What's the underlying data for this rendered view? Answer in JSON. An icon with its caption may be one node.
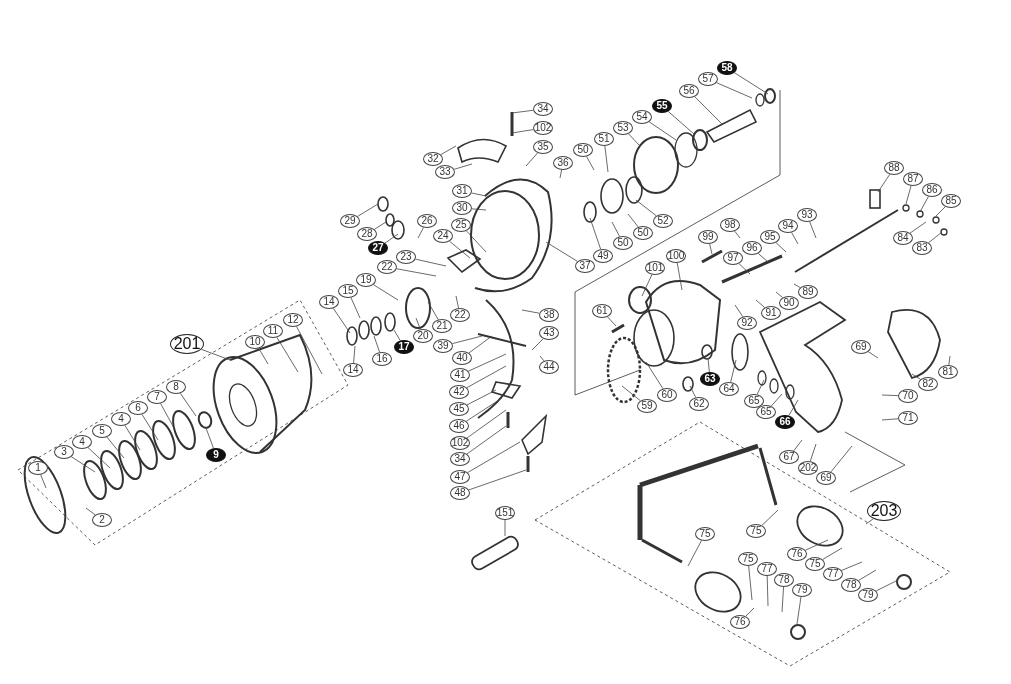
{
  "diagram": {
    "nodes": [
      {
        "text": [
          "1"
        ]
      },
      {
        "text": [
          "2"
        ]
      },
      {
        "text": [
          "3"
        ]
      },
      {
        "text": [
          "4"
        ]
      },
      {
        "text": [
          "5"
        ]
      },
      {
        "text": [
          "4"
        ]
      },
      {
        "text": [
          "6"
        ]
      },
      {
        "text": [
          "7"
        ]
      },
      {
        "text": [
          "8"
        ]
      },
      {
        "text": [
          "9"
        ]
      },
      {
        "text": [
          "10"
        ]
      },
      {
        "text": [
          "11"
        ]
      },
      {
        "text": [
          "12"
        ]
      },
      {
        "text": [
          "201"
        ]
      },
      {
        "text": [
          "14"
        ]
      },
      {
        "text": [
          "15"
        ]
      },
      {
        "text": [
          "14"
        ]
      },
      {
        "text": [
          "16"
        ]
      },
      {
        "text": [
          "17"
        ]
      },
      {
        "text": [
          "19"
        ]
      },
      {
        "text": [
          "20"
        ]
      },
      {
        "text": [
          "21"
        ]
      },
      {
        "text": [
          "22"
        ]
      },
      {
        "text": [
          "22"
        ]
      },
      {
        "text": [
          "23"
        ]
      },
      {
        "text": [
          "24"
        ]
      },
      {
        "text": [
          "25"
        ]
      },
      {
        "text": [
          "26"
        ]
      },
      {
        "text": [
          "27"
        ]
      },
      {
        "text": [
          "28"
        ]
      },
      {
        "text": [
          "29"
        ]
      },
      {
        "text": [
          "30"
        ]
      },
      {
        "text": [
          "31"
        ]
      },
      {
        "text": [
          "32"
        ]
      },
      {
        "text": [
          "33"
        ]
      },
      {
        "text": [
          "34"
        ]
      },
      {
        "text": [
          "102"
        ]
      },
      {
        "text": [
          "35"
        ]
      },
      {
        "text": [
          "36"
        ]
      },
      {
        "text": [
          "37"
        ]
      },
      {
        "text": [
          "38"
        ]
      },
      {
        "text": [
          "43"
        ]
      },
      {
        "text": [
          "44"
        ]
      },
      {
        "text": [
          "39"
        ]
      },
      {
        "text": [
          "40"
        ]
      },
      {
        "text": [
          "41"
        ]
      },
      {
        "text": [
          "42"
        ]
      },
      {
        "text": [
          "45"
        ]
      },
      {
        "text": [
          "46"
        ]
      },
      {
        "text": [
          "102"
        ]
      },
      {
        "text": [
          "34"
        ]
      },
      {
        "text": [
          "47"
        ]
      },
      {
        "text": [
          "48"
        ]
      },
      {
        "text": [
          "49"
        ]
      },
      {
        "text": [
          "50"
        ]
      },
      {
        "text": [
          "50"
        ]
      },
      {
        "text": [
          "50"
        ]
      },
      {
        "text": [
          "51"
        ]
      },
      {
        "text": [
          "52"
        ]
      },
      {
        "text": [
          "53"
        ]
      },
      {
        "text": [
          "54"
        ]
      },
      {
        "text": [
          "55"
        ]
      },
      {
        "text": [
          "56"
        ]
      },
      {
        "text": [
          "57"
        ]
      },
      {
        "text": [
          "58"
        ]
      },
      {
        "text": [
          "99"
        ]
      },
      {
        "text": [
          "98"
        ]
      },
      {
        "text": [
          "96"
        ]
      },
      {
        "text": [
          "95"
        ]
      },
      {
        "text": [
          "94"
        ]
      },
      {
        "text": [
          "93"
        ]
      },
      {
        "text": [
          "97"
        ]
      },
      {
        "text": [
          "100"
        ]
      },
      {
        "text": [
          "101"
        ]
      },
      {
        "text": [
          "61"
        ]
      },
      {
        "text": [
          "89"
        ]
      },
      {
        "text": [
          "90"
        ]
      },
      {
        "text": [
          "91"
        ]
      },
      {
        "text": [
          "92"
        ]
      },
      {
        "text": [
          "88"
        ]
      },
      {
        "text": [
          "87"
        ]
      },
      {
        "text": [
          "86"
        ]
      },
      {
        "text": [
          "85"
        ]
      },
      {
        "text": [
          "84"
        ]
      },
      {
        "text": [
          "83"
        ]
      },
      {
        "text": [
          "69"
        ]
      },
      {
        "text": [
          "81"
        ]
      },
      {
        "text": [
          "82"
        ]
      },
      {
        "text": [
          "70"
        ]
      },
      {
        "text": [
          "71"
        ]
      },
      {
        "text": [
          "69"
        ]
      },
      {
        "text": [
          "202"
        ]
      },
      {
        "text": [
          "67"
        ]
      },
      {
        "text": [
          "66"
        ]
      },
      {
        "text": [
          "65"
        ]
      },
      {
        "text": [
          "65"
        ]
      },
      {
        "text": [
          "64"
        ]
      },
      {
        "text": [
          "63"
        ]
      },
      {
        "text": [
          "62"
        ]
      },
      {
        "text": [
          "60"
        ]
      },
      {
        "text": [
          "59"
        ]
      },
      {
        "text": [
          "203"
        ]
      },
      {
        "text": [
          "75"
        ]
      },
      {
        "text": [
          "75"
        ]
      },
      {
        "text": [
          "76"
        ]
      },
      {
        "text": [
          "75"
        ]
      },
      {
        "text": [
          "77"
        ]
      },
      {
        "text": [
          "78"
        ]
      },
      {
        "text": [
          "79"
        ]
      },
      {
        "text": [
          "75"
        ]
      },
      {
        "text": [
          "77"
        ]
      },
      {
        "text": [
          "78"
        ]
      },
      {
        "text": [
          "79"
        ]
      },
      {
        "text": [
          "76"
        ]
      },
      {
        "text": [
          "151"
        ]
      }
    ],
    "edges": [
      {
        "from": 0,
        "to": null,
        "arrow": "none"
      },
      {
        "from": 1,
        "to": null,
        "arrow": "none"
      },
      {
        "from": 2,
        "to": null,
        "arrow": "none"
      },
      {
        "from": 3,
        "to": null,
        "arrow": "none"
      },
      {
        "from": 4,
        "to": null,
        "arrow": "none"
      },
      {
        "from": 5,
        "to": null,
        "arrow": "none"
      },
      {
        "from": 6,
        "to": null,
        "arrow": "none"
      },
      {
        "from": 7,
        "to": null,
        "arrow": "none"
      },
      {
        "from": 8,
        "to": null,
        "arrow": "none"
      },
      {
        "from": 9,
        "to": null,
        "arrow": "none"
      },
      {
        "from": 10,
        "to": null,
        "arrow": "none"
      },
      {
        "from": 11,
        "to": null,
        "arrow": "none"
      },
      {
        "from": 12,
        "to": null,
        "arrow": "none"
      },
      {
        "from": 13,
        "to": null,
        "arrow": "none"
      },
      {
        "from": 14,
        "to": null,
        "arrow": "none"
      },
      {
        "from": 15,
        "to": null,
        "arrow": "none"
      },
      {
        "from": 16,
        "to": null,
        "arrow": "none"
      },
      {
        "from": 17,
        "to": null,
        "arrow": "none"
      },
      {
        "from": 18,
        "to": null,
        "arrow": "none"
      },
      {
        "from": 19,
        "to": null,
        "arrow": "none"
      },
      {
        "from": 20,
        "to": null,
        "arrow": "none"
      },
      {
        "from": 21,
        "to": null,
        "arrow": "none"
      },
      {
        "from": 22,
        "to": null,
        "arrow": "none"
      },
      {
        "from": 23,
        "to": null,
        "arrow": "none"
      },
      {
        "from": 24,
        "to": null,
        "arrow": "none"
      },
      {
        "from": 25,
        "to": null,
        "arrow": "none"
      },
      {
        "from": 26,
        "to": null,
        "arrow": "none"
      },
      {
        "from": 27,
        "to": null,
        "arrow": "none"
      },
      {
        "from": 28,
        "to": null,
        "arrow": "none"
      },
      {
        "from": 29,
        "to": null,
        "arrow": "none"
      },
      {
        "from": 30,
        "to": null,
        "arrow": "none"
      },
      {
        "from": 31,
        "to": null,
        "arrow": "none"
      },
      {
        "from": 32,
        "to": null,
        "arrow": "none"
      },
      {
        "from": 33,
        "to": null,
        "arrow": "none"
      },
      {
        "from": 34,
        "to": null,
        "arrow": "none"
      },
      {
        "from": 35,
        "to": null,
        "arrow": "none"
      },
      {
        "from": 36,
        "to": null,
        "arrow": "none"
      },
      {
        "from": 37,
        "to": null,
        "arrow": "none"
      },
      {
        "from": 38,
        "to": null,
        "arrow": "none"
      },
      {
        "from": 39,
        "to": null,
        "arrow": "none"
      },
      {
        "from": 40,
        "to": null,
        "arrow": "none"
      },
      {
        "from": 41,
        "to": null,
        "arrow": "none"
      },
      {
        "from": 42,
        "to": null,
        "arrow": "none"
      },
      {
        "from": 43,
        "to": null,
        "arrow": "none"
      },
      {
        "from": 44,
        "to": null,
        "arrow": "none"
      },
      {
        "from": 45,
        "to": null,
        "arrow": "none"
      },
      {
        "from": 46,
        "to": null,
        "arrow": "none"
      },
      {
        "from": 47,
        "to": null,
        "arrow": "none"
      },
      {
        "from": 48,
        "to": null,
        "arrow": "none"
      },
      {
        "from": 49,
        "to": null,
        "arrow": "none"
      },
      {
        "from": 50,
        "to": null,
        "arrow": "none"
      },
      {
        "from": 51,
        "to": null,
        "arrow": "none"
      },
      {
        "from": 52,
        "to": null,
        "arrow": "none"
      },
      {
        "from": 53,
        "to": null,
        "arrow": "none"
      },
      {
        "from": 54,
        "to": null,
        "arrow": "none"
      },
      {
        "from": 55,
        "to": null,
        "arrow": "none"
      },
      {
        "from": 56,
        "to": null,
        "arrow": "none"
      },
      {
        "from": 57,
        "to": null,
        "arrow": "none"
      },
      {
        "from": 58,
        "to": null,
        "arrow": "none"
      },
      {
        "from": 59,
        "to": null,
        "arrow": "none"
      },
      {
        "from": 60,
        "to": null,
        "arrow": "none"
      },
      {
        "from": 61,
        "to": null,
        "arrow": "none"
      },
      {
        "from": 62,
        "to": null,
        "arrow": "none"
      },
      {
        "from": 63,
        "to": null,
        "arrow": "none"
      },
      {
        "from": 64,
        "to": null,
        "arrow": "none"
      },
      {
        "from": 65,
        "to": null,
        "arrow": "none"
      },
      {
        "from": 66,
        "to": null,
        "arrow": "none"
      },
      {
        "from": 67,
        "to": null,
        "arrow": "none"
      },
      {
        "from": 68,
        "to": null,
        "arrow": "none"
      },
      {
        "from": 69,
        "to": null,
        "arrow": "none"
      },
      {
        "from": 70,
        "to": null,
        "arrow": "none"
      },
      {
        "from": 71,
        "to": null,
        "arrow": "none"
      },
      {
        "from": 72,
        "to": null,
        "arrow": "none"
      },
      {
        "from": 73,
        "to": null,
        "arrow": "none"
      },
      {
        "from": 74,
        "to": null,
        "arrow": "none"
      },
      {
        "from": 75,
        "to": null,
        "arrow": "none"
      },
      {
        "from": 76,
        "to": null,
        "arrow": "none"
      },
      {
        "from": 77,
        "to": null,
        "arrow": "none"
      },
      {
        "from": 78,
        "to": null,
        "arrow": "none"
      },
      {
        "from": 79,
        "to": null,
        "arrow": "none"
      },
      {
        "from": 80,
        "to": null,
        "arrow": "none"
      },
      {
        "from": 81,
        "to": null,
        "arrow": "none"
      },
      {
        "from": 82,
        "to": null,
        "arrow": "none"
      },
      {
        "from": 83,
        "to": null,
        "arrow": "none"
      },
      {
        "from": 84,
        "to": null,
        "arrow": "none"
      },
      {
        "from": 85,
        "to": null,
        "arrow": "none"
      },
      {
        "from": 86,
        "to": null,
        "arrow": "none"
      },
      {
        "from": 87,
        "to": null,
        "arrow": "none"
      },
      {
        "from": 88,
        "to": null,
        "arrow": "none"
      },
      {
        "from": 89,
        "to": null,
        "arrow": "none"
      },
      {
        "from": 90,
        "to": null,
        "arrow": "none"
      },
      {
        "from": 91,
        "to": null,
        "arrow": "none"
      },
      {
        "from": 92,
        "to": null,
        "arrow": "none"
      },
      {
        "from": 93,
        "to": null,
        "arrow": "none"
      },
      {
        "from": 94,
        "to": null,
        "arrow": "none"
      },
      {
        "from": 95,
        "to": null,
        "arrow": "none"
      },
      {
        "from": 96,
        "to": null,
        "arrow": "none"
      },
      {
        "from": 97,
        "to": null,
        "arrow": "none"
      },
      {
        "from": 98,
        "to": null,
        "arrow": "none"
      },
      {
        "from": 99,
        "to": null,
        "arrow": "none"
      },
      {
        "from": 100,
        "to": null,
        "arrow": "none"
      },
      {
        "from": 101,
        "to": null,
        "arrow": "none"
      },
      {
        "from": 102,
        "to": null,
        "arrow": "none"
      },
      {
        "from": 103,
        "to": null,
        "arrow": "none"
      },
      {
        "from": 104,
        "to": null,
        "arrow": "none"
      },
      {
        "from": 105,
        "to": null,
        "arrow": "none"
      },
      {
        "from": 106,
        "to": null,
        "arrow": "none"
      },
      {
        "from": 107,
        "to": null,
        "arrow": "none"
      },
      {
        "from": 108,
        "to": null,
        "arrow": "none"
      },
      {
        "from": 109,
        "to": null,
        "arrow": "none"
      },
      {
        "from": 110,
        "to": null,
        "arrow": "none"
      },
      {
        "from": 111,
        "to": null,
        "arrow": "none"
      },
      {
        "from": 112,
        "to": null,
        "arrow": "none"
      },
      {
        "from": 113,
        "to": null,
        "arrow": "none"
      },
      {
        "from": 114,
        "to": null,
        "arrow": "none"
      }
    ]
  }
}
